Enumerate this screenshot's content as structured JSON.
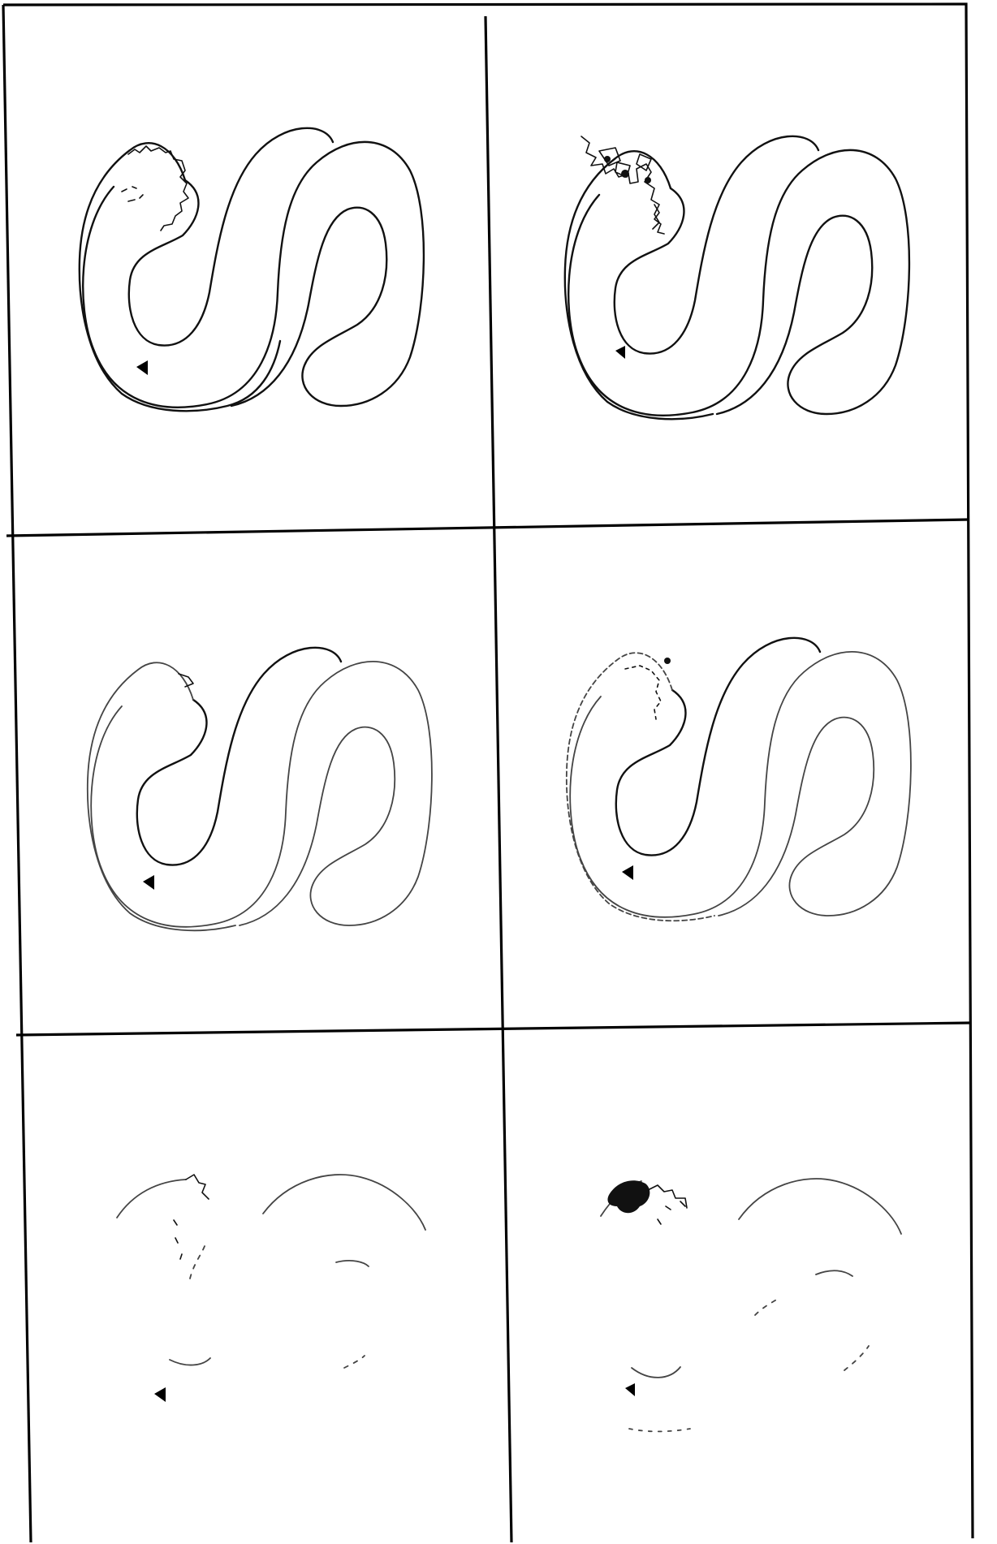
{
  "figure": {
    "description_free": true,
    "panels": [
      {
        "id": "p1",
        "track": "full",
        "robot_marker": "triangle",
        "trace": "dense-right-wall"
      },
      {
        "id": "p2",
        "track": "full",
        "robot_marker": "triangle",
        "trace": "dense-crossing"
      },
      {
        "id": "p3",
        "track": "full",
        "robot_marker": "triangle",
        "trace": "sparse"
      },
      {
        "id": "p4",
        "track": "full",
        "robot_marker": "triangle",
        "trace": "sparse-dashed"
      },
      {
        "id": "p5",
        "track": "fragmented",
        "robot_marker": "triangle",
        "trace": "sparse"
      },
      {
        "id": "p6",
        "track": "fragmented",
        "robot_marker": "triangle",
        "trace": "blob"
      }
    ],
    "colors": {
      "ink": "#111111",
      "paper": "#ffffff"
    }
  }
}
